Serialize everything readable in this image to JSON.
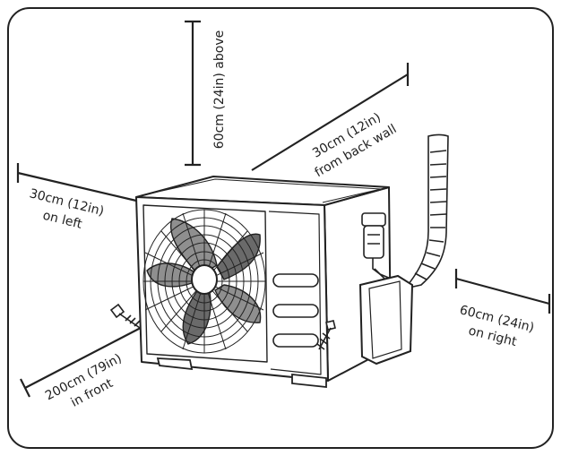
{
  "diagram": {
    "subject": "outdoor air conditioner unit clearance diagram",
    "stroke_color": "#222222",
    "fan_blade_color": "#8f8f8f",
    "fan_blade_dark_color": "#6a6a6a",
    "frame_color": "#ffffff"
  },
  "clearances": {
    "above": {
      "text": "60cm (24in) above"
    },
    "back": {
      "line1": "30cm (12in)",
      "line2": "from back wall"
    },
    "left": {
      "line1": "30cm (12in)",
      "line2": "on left"
    },
    "right": {
      "line1": "60cm (24in)",
      "line2": "on right"
    },
    "front": {
      "line1": "200cm (79in)",
      "line2": "in front"
    }
  }
}
